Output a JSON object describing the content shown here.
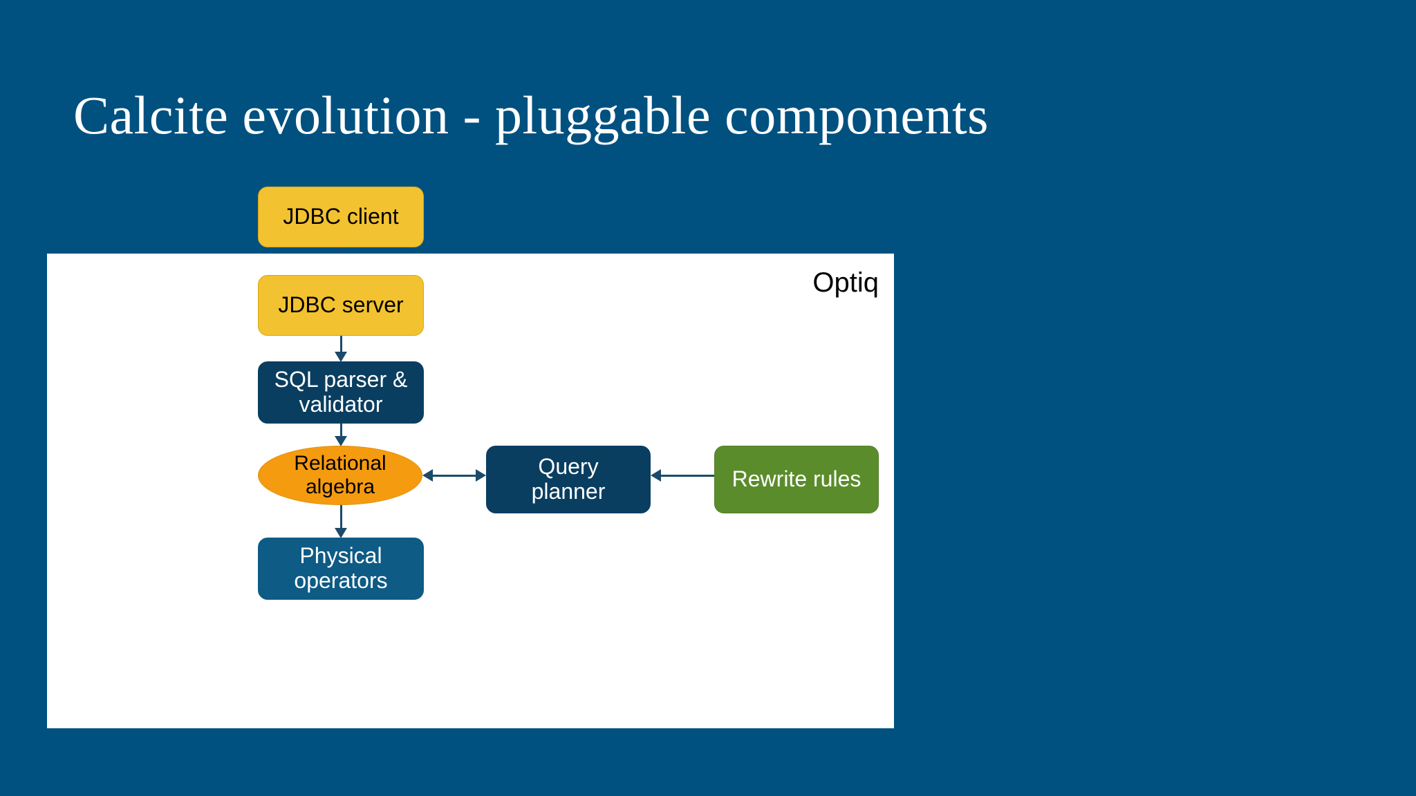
{
  "slide": {
    "title": "Calcite evolution - pluggable components",
    "background_color": "#005180",
    "panel_background_color": "#FFFFFF",
    "panel_caption": "Optiq"
  },
  "diagram": {
    "nodes": [
      {
        "id": "jdbc-client",
        "label": "JDBC client",
        "shape": "rounded-rect",
        "color": "#F2C230"
      },
      {
        "id": "jdbc-server",
        "label": "JDBC server",
        "shape": "rounded-rect",
        "color": "#F2C230"
      },
      {
        "id": "sql-parser",
        "label": "SQL parser &\nvalidator",
        "shape": "rounded-rect",
        "color": "#0A3E60"
      },
      {
        "id": "rel-algebra",
        "label": "Relational\nalgebra",
        "shape": "ellipse",
        "color": "#F59B10"
      },
      {
        "id": "query-planner",
        "label": "Query\nplanner",
        "shape": "rounded-rect",
        "color": "#0A3E60"
      },
      {
        "id": "rewrite-rules",
        "label": "Rewrite rules",
        "shape": "rounded-rect",
        "color": "#5B8C2B"
      },
      {
        "id": "physical-ops",
        "label": "Physical\noperators",
        "shape": "rounded-rect",
        "color": "#0E5B85"
      }
    ],
    "connectors": [
      {
        "from": "jdbc-client",
        "to": "jdbc-server",
        "direction": "down"
      },
      {
        "from": "jdbc-server",
        "to": "sql-parser",
        "direction": "down"
      },
      {
        "from": "sql-parser",
        "to": "rel-algebra",
        "direction": "down"
      },
      {
        "from": "rel-algebra",
        "to": "physical-ops",
        "direction": "down"
      },
      {
        "from": "rel-algebra",
        "to": "query-planner",
        "direction": "bidirectional"
      },
      {
        "from": "rewrite-rules",
        "to": "query-planner",
        "direction": "left"
      }
    ],
    "connector_color": "#1B4A6B"
  }
}
